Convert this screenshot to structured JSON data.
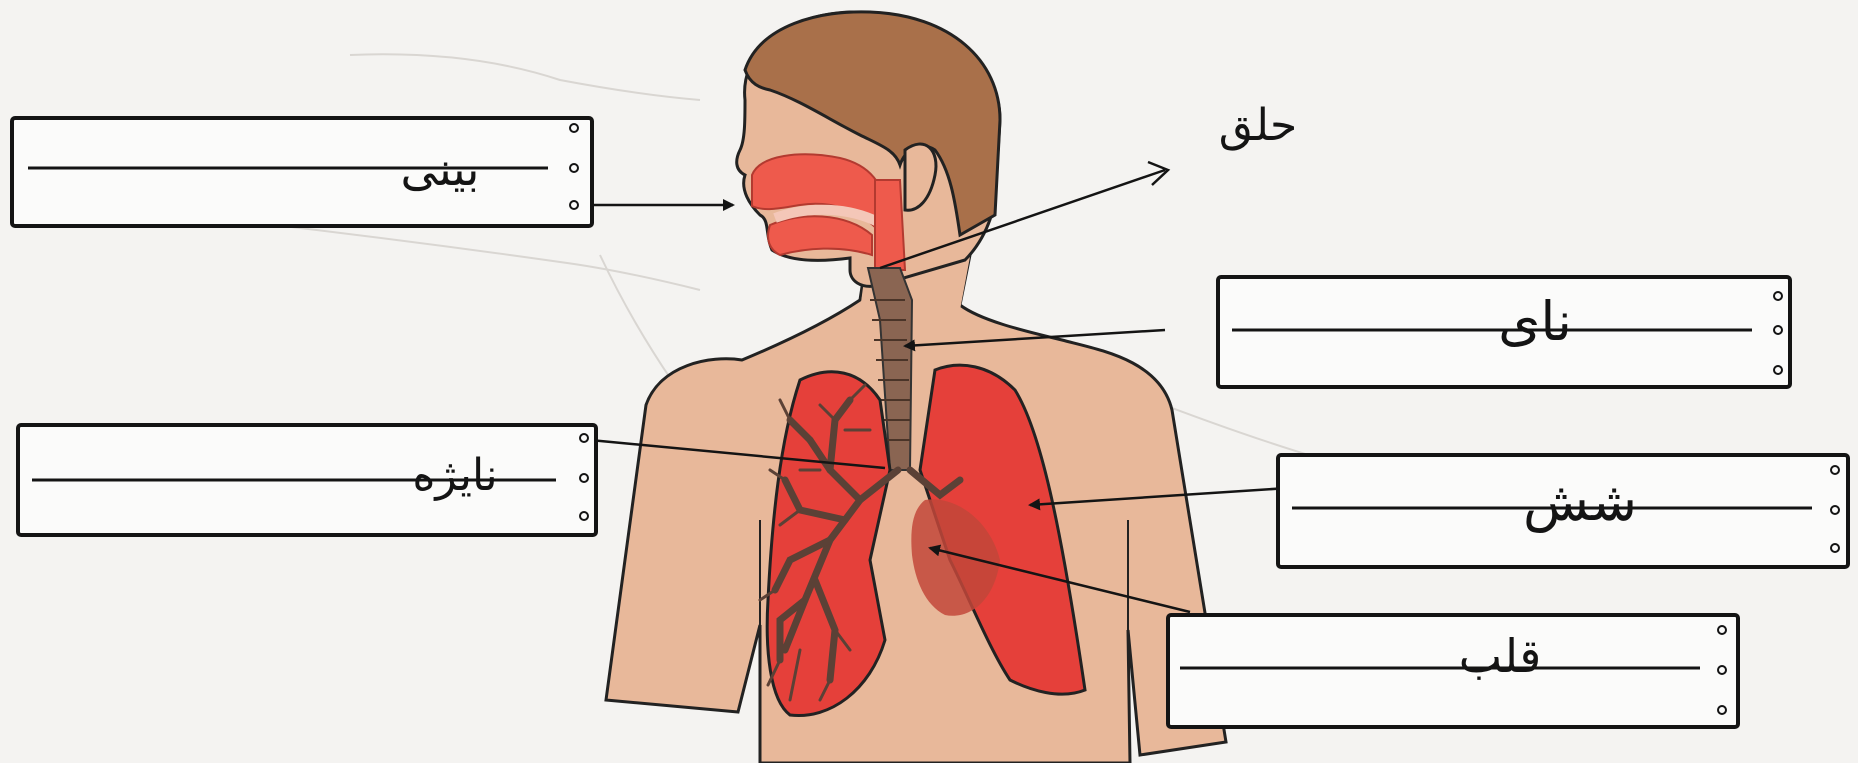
{
  "diagram": {
    "labels": {
      "nose": "بینی",
      "throat": "حلق",
      "windpipe": "نای",
      "bronchi": "نایژه",
      "lungs": "شش",
      "heart": "قلب"
    }
  },
  "colors": {
    "paper": "#f4f3f1",
    "skin": "#e8b89a",
    "hair": "#a9704a",
    "lung": "#e5403a",
    "airway": "#ee5a4c",
    "trachea": "#8a6552",
    "heart": "#c2463a",
    "ink": "#141414"
  }
}
